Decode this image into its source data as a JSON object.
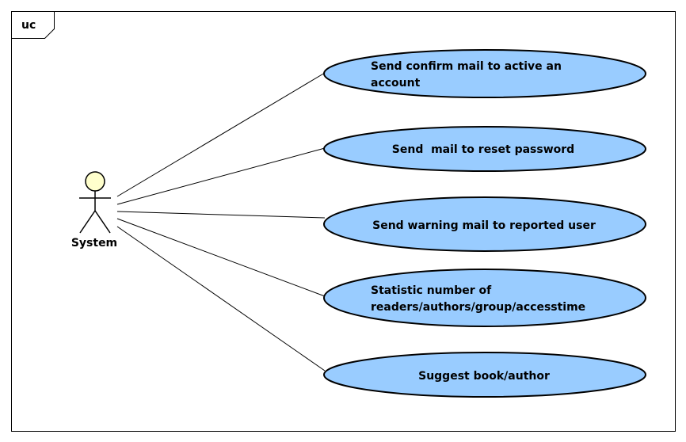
{
  "diagram": {
    "frame_label": "uc",
    "actor": {
      "name": "System"
    },
    "use_cases": [
      {
        "lines": [
          "Send confirm mail to active an",
          "account"
        ]
      },
      {
        "lines": [
          "Send  mail to reset password"
        ]
      },
      {
        "lines": [
          "Send warning mail to reported user"
        ]
      },
      {
        "lines": [
          "Statistic number of",
          "readers/authors/group/accesstime"
        ]
      },
      {
        "lines": [
          "Suggest book/author"
        ]
      }
    ]
  },
  "colors": {
    "use_case_fill": "#99ccff",
    "use_case_stroke": "#000000",
    "actor_head_fill": "#ffffcc",
    "line": "#000000",
    "frame": "#000000",
    "background": "#ffffff"
  }
}
